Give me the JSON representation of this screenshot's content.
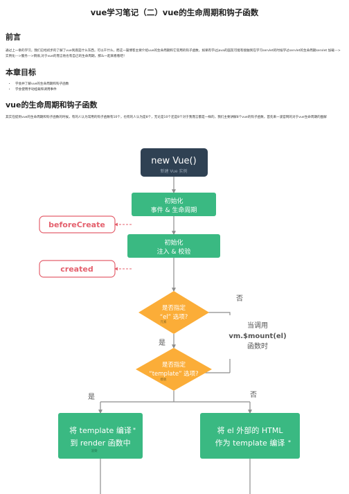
{
  "title": "vue学习笔记（二）vue的生命周期和钩子函数",
  "sections": [
    {
      "heading": "前言",
      "text": "通过上一章的学习，我们已经初步的了解了vue到底是什么东西，可以干什么，而这一篇博客主要介绍vue的生命周期和它常用的钩子函数，如果有学过java的园友可能有接触到在学习servlet的时候学过servlet的生命周期servlet 加载--->实例化--->服务--->销毁,对于vue的而言他也有自己的生命周期，那么一起来看看吧！"
    },
    {
      "heading": "本章目标",
      "items": [
        "学会并了解vue的生命周期和钩子函数",
        "学会使用手动挂载和调用事件"
      ]
    },
    {
      "heading": "vue的生命周期和钩子函数",
      "text": "其实在提到vue的生命周期和钩子函数的时候，有的人认为常用的钩子函数有10个，也有的人认为是8个，无论是10个还是8个对于我而言都是一样的，我们主要讲解8个vue的钩子函数，首先来一波官网的对于vue生命周期的图解"
    }
  ],
  "diagram": {
    "new_vue": "new Vue()",
    "new_vue_sub": "新建 Vue 实例",
    "init_events_1": "初始化",
    "init_events_2": "事件 & 生命周期",
    "before_create": "beforeCreate",
    "init_inject_1": "初始化",
    "init_inject_2": "注入 & 校验",
    "created": "created",
    "q_el_1": "是否指定",
    "q_el_2": "“el” 选项?",
    "q_el_note": "元素",
    "no": "否",
    "yes": "是",
    "mount_1": "当调用",
    "mount_2": "vm.$mount(el)",
    "mount_3": "函数时",
    "q_tpl_1": "是否指定",
    "q_tpl_2": "“template” 选项?",
    "q_tpl_note": "模板",
    "compile_1": "将 template 编译",
    "compile_2": "到 render 函数中",
    "compile_note": "渲染",
    "outer_1": "将 el 外部的 HTML",
    "outer_2": "作为 template 编译",
    "asterisk": "*",
    "colors": {
      "green": "#3ab982",
      "dark": "#2f4153",
      "orange": "#fbad38",
      "red": "#e4606d",
      "gray": "#8c8c8c"
    }
  }
}
